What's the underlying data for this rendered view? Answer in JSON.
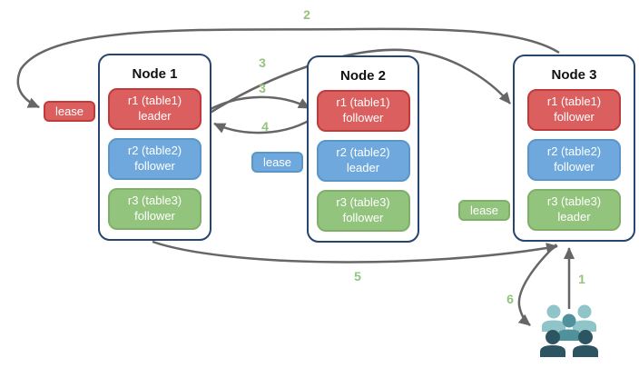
{
  "nodes": [
    {
      "title": "Node 1",
      "replicas": [
        {
          "name": "r1 (table1)",
          "role": "leader",
          "color": "#DB5F5F"
        },
        {
          "name": "r2 (table2)",
          "role": "follower",
          "color": "#6FA8DC"
        },
        {
          "name": "r3 (table3)",
          "role": "follower",
          "color": "#93C47D"
        }
      ]
    },
    {
      "title": "Node 2",
      "replicas": [
        {
          "name": "r1 (table1)",
          "role": "follower",
          "color": "#DB5F5F"
        },
        {
          "name": "r2 (table2)",
          "role": "leader",
          "color": "#6FA8DC"
        },
        {
          "name": "r3 (table3)",
          "role": "follower",
          "color": "#93C47D"
        }
      ]
    },
    {
      "title": "Node 3",
      "replicas": [
        {
          "name": "r1 (table1)",
          "role": "follower",
          "color": "#DB5F5F"
        },
        {
          "name": "r2 (table2)",
          "role": "follower",
          "color": "#6FA8DC"
        },
        {
          "name": "r3 (table3)",
          "role": "leader",
          "color": "#93C47D"
        }
      ]
    }
  ],
  "leases": [
    {
      "label": "lease",
      "color": "#DB5F5F"
    },
    {
      "label": "lease",
      "color": "#6FA8DC"
    },
    {
      "label": "lease",
      "color": "#93C47D"
    }
  ],
  "steps": {
    "s1": "1",
    "s2": "2",
    "s3a": "3",
    "s3b": "3",
    "s4": "4",
    "s5": "5",
    "s6": "6"
  },
  "colors": {
    "node_border": "#26466F",
    "arrow": "#666666",
    "step_label": "#93C47D",
    "users_light": "#8FC4C8",
    "users_medium": "#4F929C",
    "users_dark": "#2C5561"
  },
  "icons": {
    "users": "users-group-icon"
  }
}
